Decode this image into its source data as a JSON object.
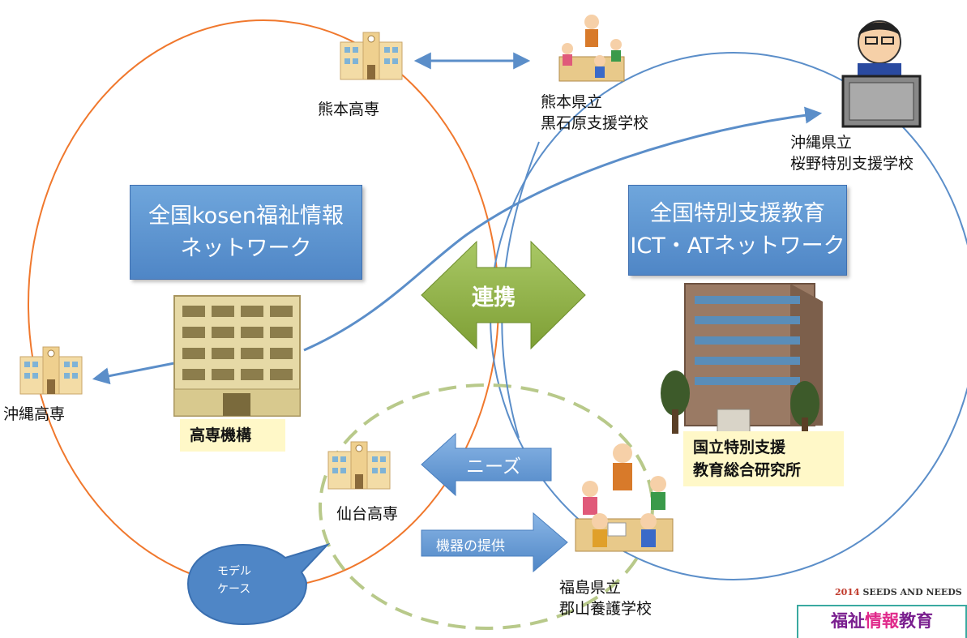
{
  "network_left": {
    "line1": "全国kosen福祉情報",
    "line2": "ネットワーク"
  },
  "network_right": {
    "line1": "全国特別支援教育",
    "line2": "ICT・ATネットワーク"
  },
  "center_arrow": {
    "label": "連携"
  },
  "kosen_org": {
    "label": "高専機構"
  },
  "nise": {
    "line1": "国立特別支援",
    "line2": "教育総合研究所"
  },
  "kumamoto_kosen": {
    "label": "熊本高専"
  },
  "okinawa_kosen": {
    "label": "沖縄高専"
  },
  "sendai_kosen": {
    "label": "仙台高専"
  },
  "kurokami": {
    "line1": "熊本県立",
    "line2": "黒石原支援学校"
  },
  "sakurano": {
    "line1": "沖縄県立",
    "line2": "桜野特別支援学校"
  },
  "koriyama": {
    "line1": "福島県立",
    "line2": "郡山養護学校"
  },
  "needs_arrow": {
    "label": "ニーズ"
  },
  "supply_arrow": {
    "label": "機器の提供"
  },
  "model_case": {
    "line1": "モデル",
    "line2": "ケース"
  },
  "badge": {
    "year": "2014",
    "title": " SEEDS AND NEEDS",
    "word1": "福祉",
    "word2": "情報",
    "word3": "教育"
  },
  "colors": {
    "orange_circle": "#f0782d",
    "blue_circle": "#5b8ec9",
    "green_arrow": "#8aac3e",
    "blue_box": "#5b93d3",
    "yellow_label": "#fff8c8",
    "dashed_ellipse": "#b8c98a"
  }
}
